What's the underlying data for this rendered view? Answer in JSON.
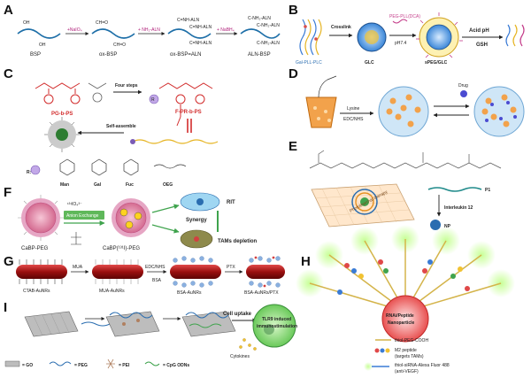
{
  "panel_labels": {
    "A": "A",
    "B": "B",
    "C": "C",
    "D": "D",
    "E": "E",
    "F": "F",
    "G": "G",
    "H": "H",
    "I": "I"
  },
  "panelA": {
    "reagents": [
      "+NaIO₄",
      "+ NH₂-ALN",
      "+ NaBH₄"
    ],
    "names": [
      "BSP",
      "ox-BSP",
      "ox-BSP=ALN",
      "ALN-BSP"
    ],
    "oh": "OH",
    "cho": "CH=O",
    "chn": "C=NH-ALN",
    "chnh": "C-NH₂-ALN"
  },
  "panelB": {
    "input": "Gal-PLL-PLC",
    "step1": "Crosslink",
    "mid": "GLC",
    "reagent": "PEG-PLL(DCA)",
    "ph": "pH7.4",
    "final": "sPEG/GLC",
    "stimuli": [
      "Acid pH",
      "GSH"
    ]
  },
  "panelC": {
    "start": "PG-b-PS",
    "step": "Four steps",
    "product": "F-PR-b-PS",
    "assemble": "Self-assemble",
    "r": "R:",
    "groups": [
      "Man",
      "Gal",
      "Fuc",
      "OEG"
    ]
  },
  "panelD": {
    "reagent": "Lysine",
    "coupling": "EDC/NHS",
    "drug": "Drug"
  },
  "panelE": {
    "label1": "Photothermal therapy",
    "p1": "P1",
    "il": "Interleukin 12",
    "np": "NP"
  },
  "panelF": {
    "iso": "¹³¹IO₄³⁻",
    "exchange": "Anion Exchange",
    "start": "CaBP-PEG",
    "product": "CaBP(¹³¹I)-PEG",
    "rit": "RIT",
    "synergy": "Synergy",
    "tam": "TAMs depletion"
  },
  "panelG": {
    "steps": [
      "MUA",
      "EDC/NHS",
      "PTX"
    ],
    "bsa": "BSA",
    "names": [
      "CTAB-AuNRs",
      "MUA-AuNRs",
      "BSA-AuNRs",
      "BSA-AuNRs/PTX"
    ]
  },
  "panelH": {
    "title1": "RNAi/Peptide",
    "title2": "Nanoparticle",
    "legend": [
      "thiol-PEG-COOH",
      "M2 peptide",
      "(targets TAMs)",
      "thiol-siRNA-Alexa Fluor 488",
      "(anti-VEGF)"
    ]
  },
  "panelI": {
    "uptake": "Cell uptake",
    "cytokines": "Cytokines",
    "tlr1": "TLR9 induced",
    "tlr2": "immunostimulation",
    "legend": [
      "= GO",
      "= PEG",
      "= PEI",
      "= CpG ODNs"
    ]
  }
}
